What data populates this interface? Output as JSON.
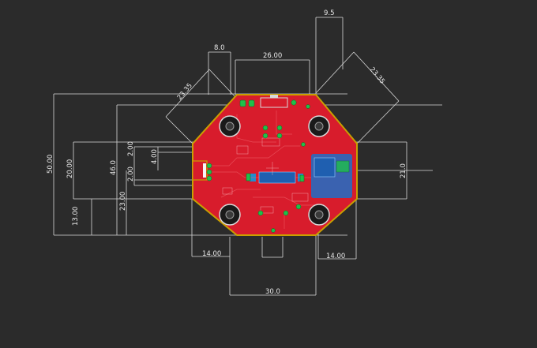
{
  "dimensions": {
    "top_narrow": "8.0",
    "top_flat": "26.00",
    "top_right": "9.5",
    "diag_left": "23.35",
    "diag_right": "23.35",
    "left_total": "50.00",
    "left_mid": "20.00",
    "left_46": "46.0",
    "left_2a": "2.00",
    "left_2b": "2.00",
    "left_4": "4.00",
    "left_23": "23.00",
    "left_13": "13.00",
    "right_21": "21.0",
    "bottom_left": "14.00",
    "bottom_right": "14.00",
    "bottom_width": "30.0"
  },
  "colors": {
    "background": "#2b2b2b",
    "board": "#d81c2c",
    "outline": "#c9a000",
    "pad": "#1fc04a",
    "dimension": "#d8d8d8"
  },
  "icons": [
    "mounting-hole-icon",
    "header-pad-icon"
  ]
}
